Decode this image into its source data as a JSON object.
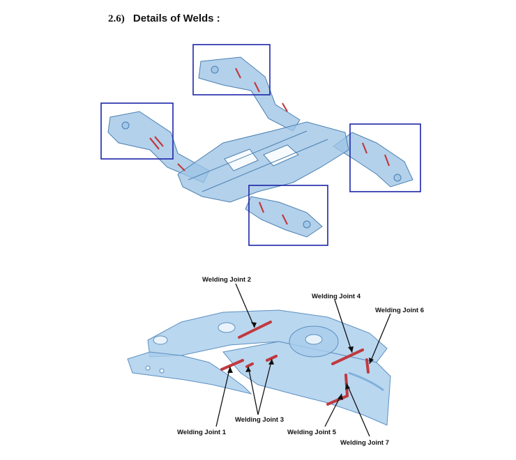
{
  "section": {
    "number": "2.6)",
    "title": "Details of Welds :"
  },
  "colors": {
    "frame_fill": "#9ec4e6",
    "frame_stroke": "#4a7fb0",
    "weld": "#c0393f",
    "highlight_box": "#1a24a8"
  },
  "detail_labels": {
    "joint1": "Welding Joint 1",
    "joint2": "Welding Joint 2",
    "joint3": "Welding Joint 3",
    "joint4": "Welding Joint 4",
    "joint5": "Welding Joint 5",
    "joint6": "Welding Joint 6",
    "joint7": "Welding Joint 7"
  }
}
